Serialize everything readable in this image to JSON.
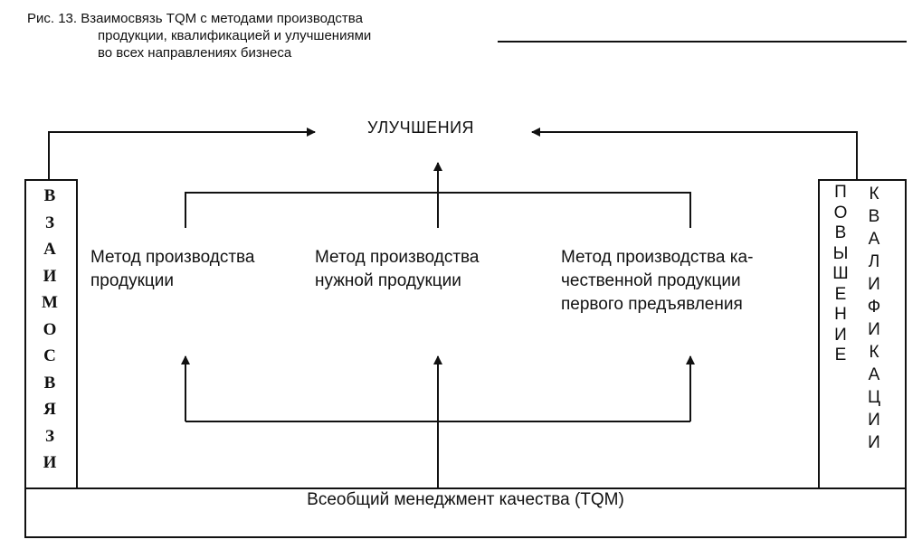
{
  "caption": {
    "line1": "Рис. 13. Взаимосвязь TQM  с методами производства",
    "line2": "продукции, квалификацией и улучшениями",
    "line3": "во всех направлениях бизнеса"
  },
  "goal_label": "УЛУЧШЕНИЯ",
  "methods": [
    {
      "line1": "Метод производства",
      "line2": "продукции",
      "line3": ""
    },
    {
      "line1": "Метод производства",
      "line2": "нужной продукции",
      "line3": ""
    },
    {
      "line1": "Метод производства ка-",
      "line2": "чественной продукции",
      "line3": "первого предъявления"
    }
  ],
  "left_column": [
    "В",
    "З",
    "А",
    "И",
    "М",
    "О",
    "С",
    "В",
    "Я",
    "З",
    "И"
  ],
  "right_column_a": [
    "П",
    "О",
    "В",
    "Ы",
    "Ш",
    "Е",
    "Н",
    "И",
    "Е"
  ],
  "right_column_b": [
    "К",
    "В",
    "А",
    "Л",
    "И",
    "Ф",
    "И",
    "К",
    "А",
    "Ц",
    "И",
    "И"
  ],
  "bottom_label": "Всеобщий менеджмент качества (TQM)"
}
